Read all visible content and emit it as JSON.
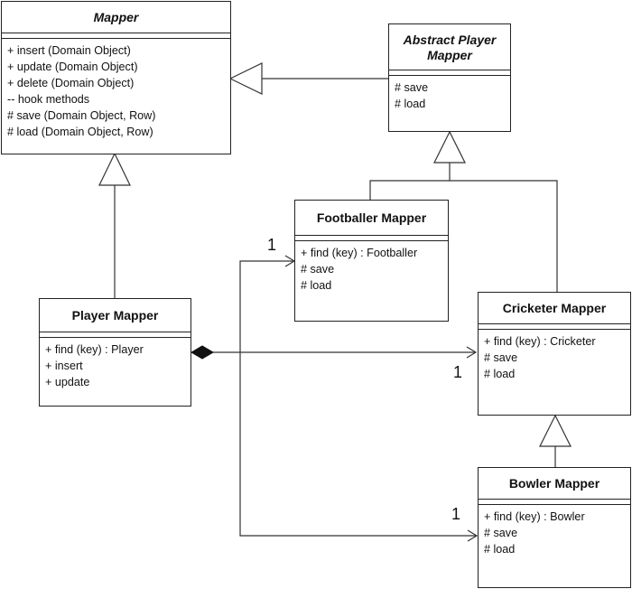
{
  "classes": {
    "mapper": {
      "name": "Mapper",
      "operations": [
        "+ insert (Domain Object)",
        "+ update (Domain Object)",
        "+ delete (Domain Object)",
        "-- hook methods",
        "# save (Domain Object, Row)",
        "# load (Domain Object, Row)"
      ]
    },
    "abstract_player_mapper": {
      "name_line1": "Abstract Player",
      "name_line2": "Mapper",
      "operations": [
        "# save",
        "# load"
      ]
    },
    "footballer_mapper": {
      "name": "Footballer Mapper",
      "operations": [
        "+ find (key) : Footballer",
        "# save",
        "# load"
      ]
    },
    "player_mapper": {
      "name": "Player Mapper",
      "operations": [
        "+ find (key) : Player",
        "+ insert",
        "+ update"
      ]
    },
    "cricketer_mapper": {
      "name": "Cricketer Mapper",
      "operations": [
        "+ find (key) : Cricketer",
        "# save",
        "# load"
      ]
    },
    "bowler_mapper": {
      "name": "Bowler Mapper",
      "operations": [
        "+ find (key) : Bowler",
        "# save",
        "# load"
      ]
    }
  },
  "multiplicities": {
    "footballer": "1",
    "cricketer": "1",
    "bowler": "1"
  }
}
